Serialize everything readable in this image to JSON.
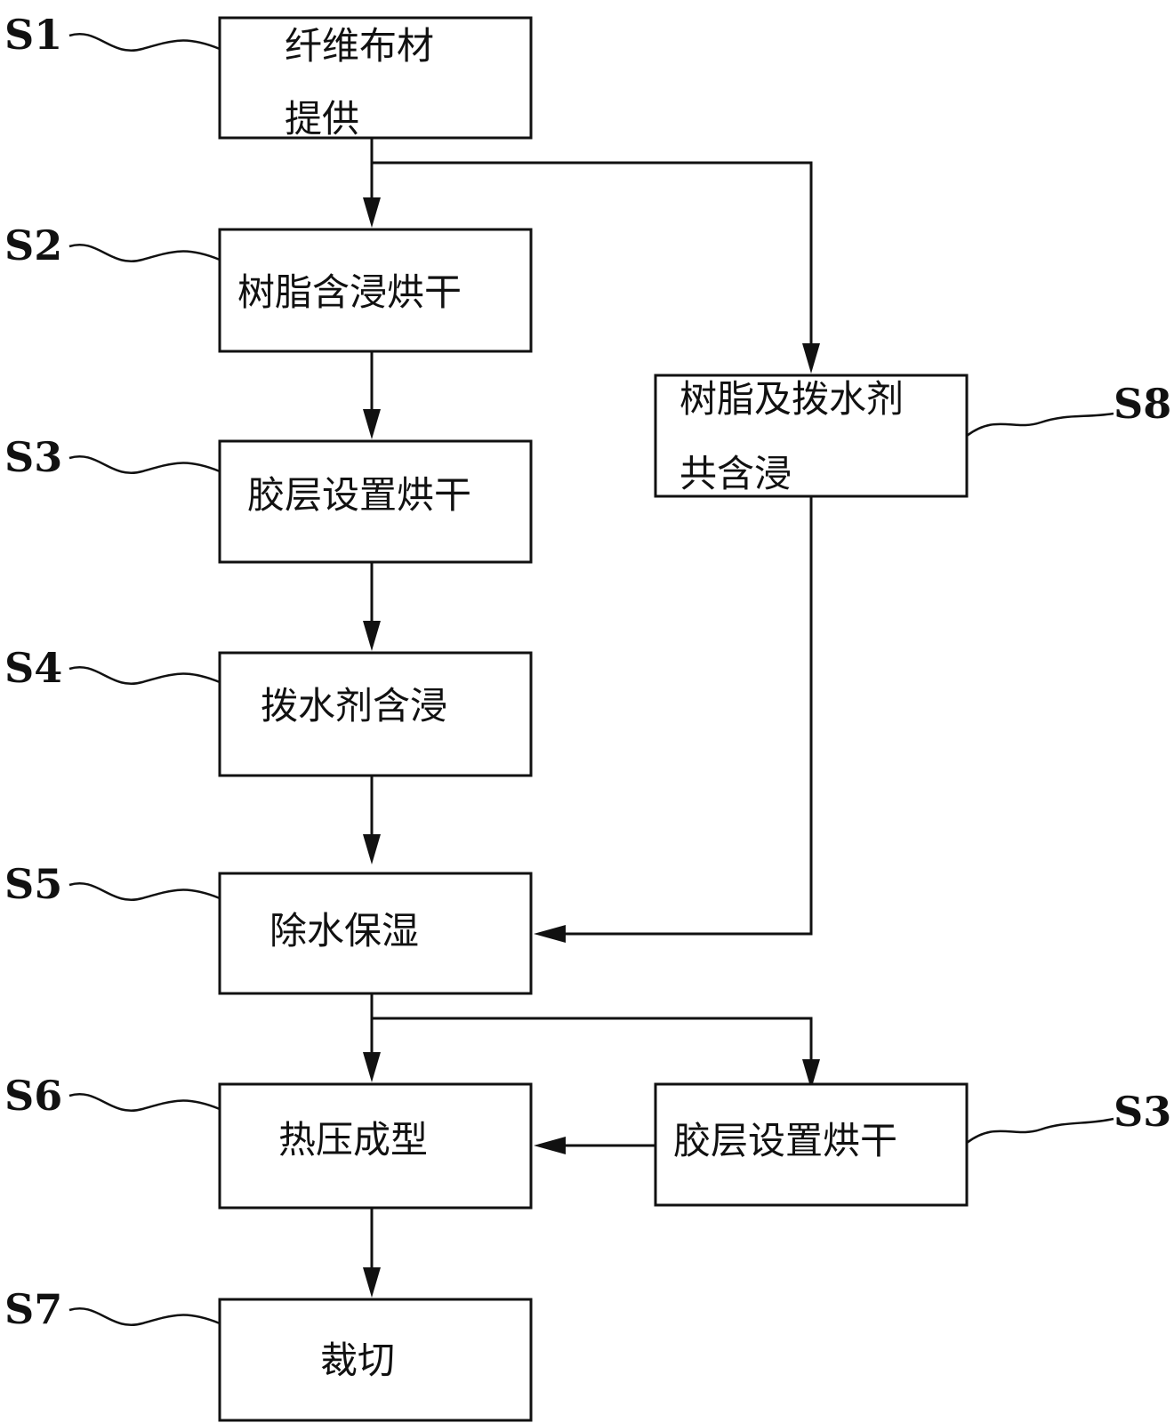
{
  "steps": {
    "s1": {
      "label": "S1",
      "text_line1": "纤维布材",
      "text_line2": "提供"
    },
    "s2": {
      "label": "S2",
      "text": "树脂含浸烘干"
    },
    "s3": {
      "label": "S3",
      "text": "胶层设置烘干"
    },
    "s4": {
      "label": "S4",
      "text": "拨水剂含浸"
    },
    "s5": {
      "label": "S5",
      "text": "除水保湿"
    },
    "s6": {
      "label": "S6",
      "text": "热压成型"
    },
    "s7": {
      "label": "S7",
      "text": "裁切"
    },
    "s8": {
      "label": "S8",
      "text_line1": "树脂及拨水剂",
      "text_line2": "共含浸"
    },
    "s3b": {
      "label": "S3",
      "text": "胶层设置烘干"
    }
  }
}
